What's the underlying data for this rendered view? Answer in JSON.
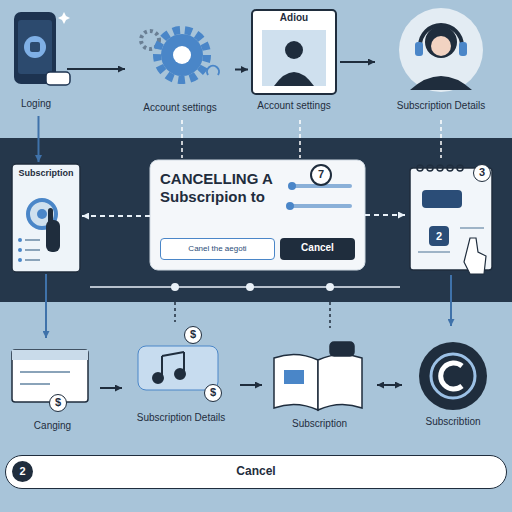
{
  "diagram": {
    "nodes": [
      {
        "text": [
          "Loging"
        ]
      },
      {
        "text": [
          "Account settings"
        ]
      },
      {
        "text": [
          "Adiou",
          "Account settings"
        ]
      },
      {
        "text": [
          "Subscription Details"
        ]
      },
      {
        "text": [
          "Subscription"
        ]
      },
      {
        "text": [
          "CANCELLING A Subscripion to"
        ]
      },
      {
        "text": [
          "Canel the aegoti"
        ],
        "in": 5
      },
      {
        "text": [
          "Cancel"
        ],
        "in": 5
      },
      {
        "text": [
          "7"
        ],
        "in": 5
      },
      {
        "text": [
          "3",
          "2"
        ]
      },
      {
        "text": [
          "$",
          "Canging"
        ]
      },
      {
        "text": [
          "$",
          "$",
          "Subscription Details"
        ]
      },
      {
        "text": [
          "Subscription"
        ]
      },
      {
        "text": [
          "Subscribtion"
        ]
      },
      {
        "text": [
          "2",
          "Cancel"
        ]
      }
    ],
    "edges": [
      {
        "from": 0,
        "to": 1,
        "arrow": "to"
      },
      {
        "from": 1,
        "to": 2,
        "arrow": "to"
      },
      {
        "from": 2,
        "to": 3,
        "arrow": "to"
      },
      {
        "from": 0,
        "to": 4,
        "arrow": "to"
      },
      {
        "from": 5,
        "to": 4,
        "arrow": "to"
      },
      {
        "from": 5,
        "to": 9,
        "arrow": "to"
      },
      {
        "from": 4,
        "to": 10,
        "arrow": "to"
      },
      {
        "from": 10,
        "to": 11,
        "arrow": "to"
      },
      {
        "from": 11,
        "to": 12,
        "arrow": "to"
      },
      {
        "from": 12,
        "to": 13,
        "arrow": "both"
      },
      {
        "from": 9,
        "to": 13,
        "arrow": "to"
      }
    ]
  }
}
